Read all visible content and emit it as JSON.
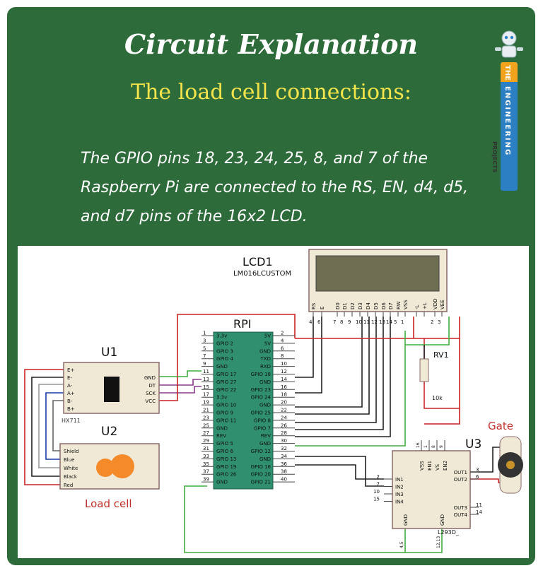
{
  "header": {
    "title": "Circuit Explanation",
    "subtitle": "The load cell connections:",
    "body": "The GPIO pins 18, 23, 24, 25, 8, and 7 of the Raspberry Pi are connected to the RS, EN, d4, d5, and d7 pins of the 16x2 LCD."
  },
  "logo": {
    "line1": "THE",
    "line2": "ENGINEERING",
    "line3": "PROJECTS"
  },
  "colors": {
    "background": "#2e6b3a",
    "title": "#ffffff",
    "subtitle": "#f3e44b",
    "wire_red": "#cc2222",
    "wire_green": "#3fae3f",
    "chip": "#2f8f6f"
  },
  "schematic": {
    "lcd": {
      "ref": "LCD1",
      "part": "LM016LCUSTOM",
      "pins": [
        "RS",
        "E",
        "D0",
        "D1",
        "D2",
        "D3",
        "D4",
        "D5",
        "D6",
        "D7",
        "RW",
        "VSS",
        "-L",
        "+L",
        "VDD",
        "VEE"
      ],
      "pin_numbers": [
        "4",
        "6",
        "7",
        "8",
        "9",
        "10",
        "11",
        "12",
        "13",
        "14",
        "5",
        "1",
        "",
        "",
        "2",
        "3"
      ]
    },
    "rpi": {
      "ref": "RPI",
      "left": [
        [
          "1",
          "3.3v"
        ],
        [
          "3",
          "GPIO 2"
        ],
        [
          "5",
          "GPIO 3"
        ],
        [
          "7",
          "GPIO 4"
        ],
        [
          "9",
          "GND"
        ],
        [
          "11",
          "GPIO 17"
        ],
        [
          "13",
          "GPIO 27"
        ],
        [
          "15",
          "GPIO 22"
        ],
        [
          "17",
          "3.3v"
        ],
        [
          "19",
          "GPIO 10"
        ],
        [
          "21",
          "GPIO 9"
        ],
        [
          "23",
          "GPIO 11"
        ],
        [
          "25",
          "GND"
        ],
        [
          "27",
          "REV"
        ],
        [
          "29",
          "GPIO 5"
        ],
        [
          "31",
          "GPIO 6"
        ],
        [
          "33",
          "GPIO 13"
        ],
        [
          "35",
          "GPIO 19"
        ],
        [
          "37",
          "GPIO 26"
        ],
        [
          "39",
          "GND"
        ]
      ],
      "right": [
        [
          "2",
          "5V"
        ],
        [
          "4",
          "5V"
        ],
        [
          "6",
          "GND"
        ],
        [
          "8",
          "TXD"
        ],
        [
          "10",
          "RXD"
        ],
        [
          "12",
          "GPIO 18"
        ],
        [
          "14",
          "GND"
        ],
        [
          "16",
          "GPIO 23"
        ],
        [
          "18",
          "GPIO 24"
        ],
        [
          "20",
          "GND"
        ],
        [
          "22",
          "GPIO 25"
        ],
        [
          "24",
          "GPIO 8"
        ],
        [
          "26",
          "GPIO 7"
        ],
        [
          "28",
          "REV"
        ],
        [
          "30",
          "GND"
        ],
        [
          "32",
          "GPIO 12"
        ],
        [
          "34",
          "GND"
        ],
        [
          "36",
          "GPIO 16"
        ],
        [
          "38",
          "GPIO 20"
        ],
        [
          "40",
          "GPIO 21"
        ]
      ]
    },
    "u1": {
      "ref": "U1",
      "part": "HX711",
      "left_pins": [
        "E+",
        "E-",
        "A-",
        "A+",
        "B-",
        "B+"
      ],
      "right_pins": [
        "GND",
        "DT",
        "SCK",
        "VCC"
      ]
    },
    "u2": {
      "ref": "U2",
      "pins": [
        "Shield",
        "Blue",
        "White",
        "Black",
        "Red"
      ],
      "caption": "Load cell"
    },
    "rv1": {
      "ref": "RV1",
      "value": "10k"
    },
    "u3": {
      "ref": "U3",
      "part": "L293D_",
      "top_pins": [
        "VSS",
        "EN1",
        "VS",
        "EN2"
      ],
      "top_nums": [
        "16",
        "1",
        "8",
        "9"
      ],
      "left_pins": [
        [
          "2",
          "IN1"
        ],
        [
          "7",
          "IN2"
        ],
        [
          "10",
          "IN3"
        ],
        [
          "15",
          "IN4"
        ]
      ],
      "right_pins": [
        [
          "3",
          "OUT1"
        ],
        [
          "6",
          "OUT2"
        ],
        [
          "11",
          "OUT3"
        ],
        [
          "14",
          "OUT4"
        ]
      ],
      "bottom_pins": [
        "GND",
        "GND"
      ],
      "bottom_nums": [
        "4,5",
        "12,13"
      ]
    },
    "gate": {
      "label": "Gate"
    }
  }
}
